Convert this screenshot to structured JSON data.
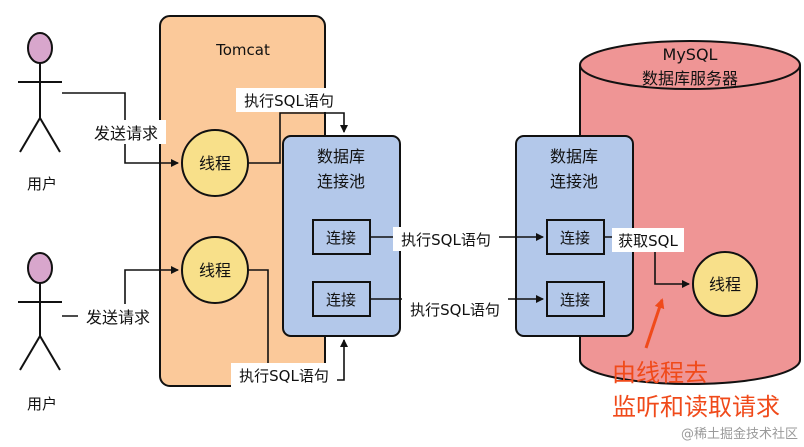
{
  "users": [
    {
      "label": "用户"
    },
    {
      "label": "用户"
    }
  ],
  "tomcat": {
    "title": "Tomcat"
  },
  "threads": [
    {
      "label": "线程"
    },
    {
      "label": "线程"
    },
    {
      "label": "线程"
    }
  ],
  "pool_left": {
    "title_line1": "数据库",
    "title_line2": "连接池",
    "conn1": "连接",
    "conn2": "连接"
  },
  "pool_right": {
    "title_line1": "数据库",
    "title_line2": "连接池",
    "conn1": "连接",
    "conn2": "连接"
  },
  "mysql": {
    "title_line1": "MySQL",
    "title_line2": "数据库服务器"
  },
  "edges": {
    "send_request_1": "发送请求",
    "send_request_2": "发送请求",
    "exec_sql_top": "执行SQL语句",
    "exec_sql_bottom": "执行SQL语句",
    "exec_sql_mid1": "执行SQL语句",
    "exec_sql_mid2": "执行SQL语句",
    "fetch_sql": "获取SQL"
  },
  "annotation": {
    "line1": "由线程去",
    "line2": "监听和读取请求"
  },
  "watermark": "@稀土掘金技术社区",
  "colors": {
    "tomcat_fill": "#fbc99a",
    "pool_fill": "#b3c8ea",
    "mysql_fill": "#ef9595",
    "thread_fill": "#f8e08a",
    "user_head": "#d8a6cc",
    "annotation": "#f04a1a"
  }
}
